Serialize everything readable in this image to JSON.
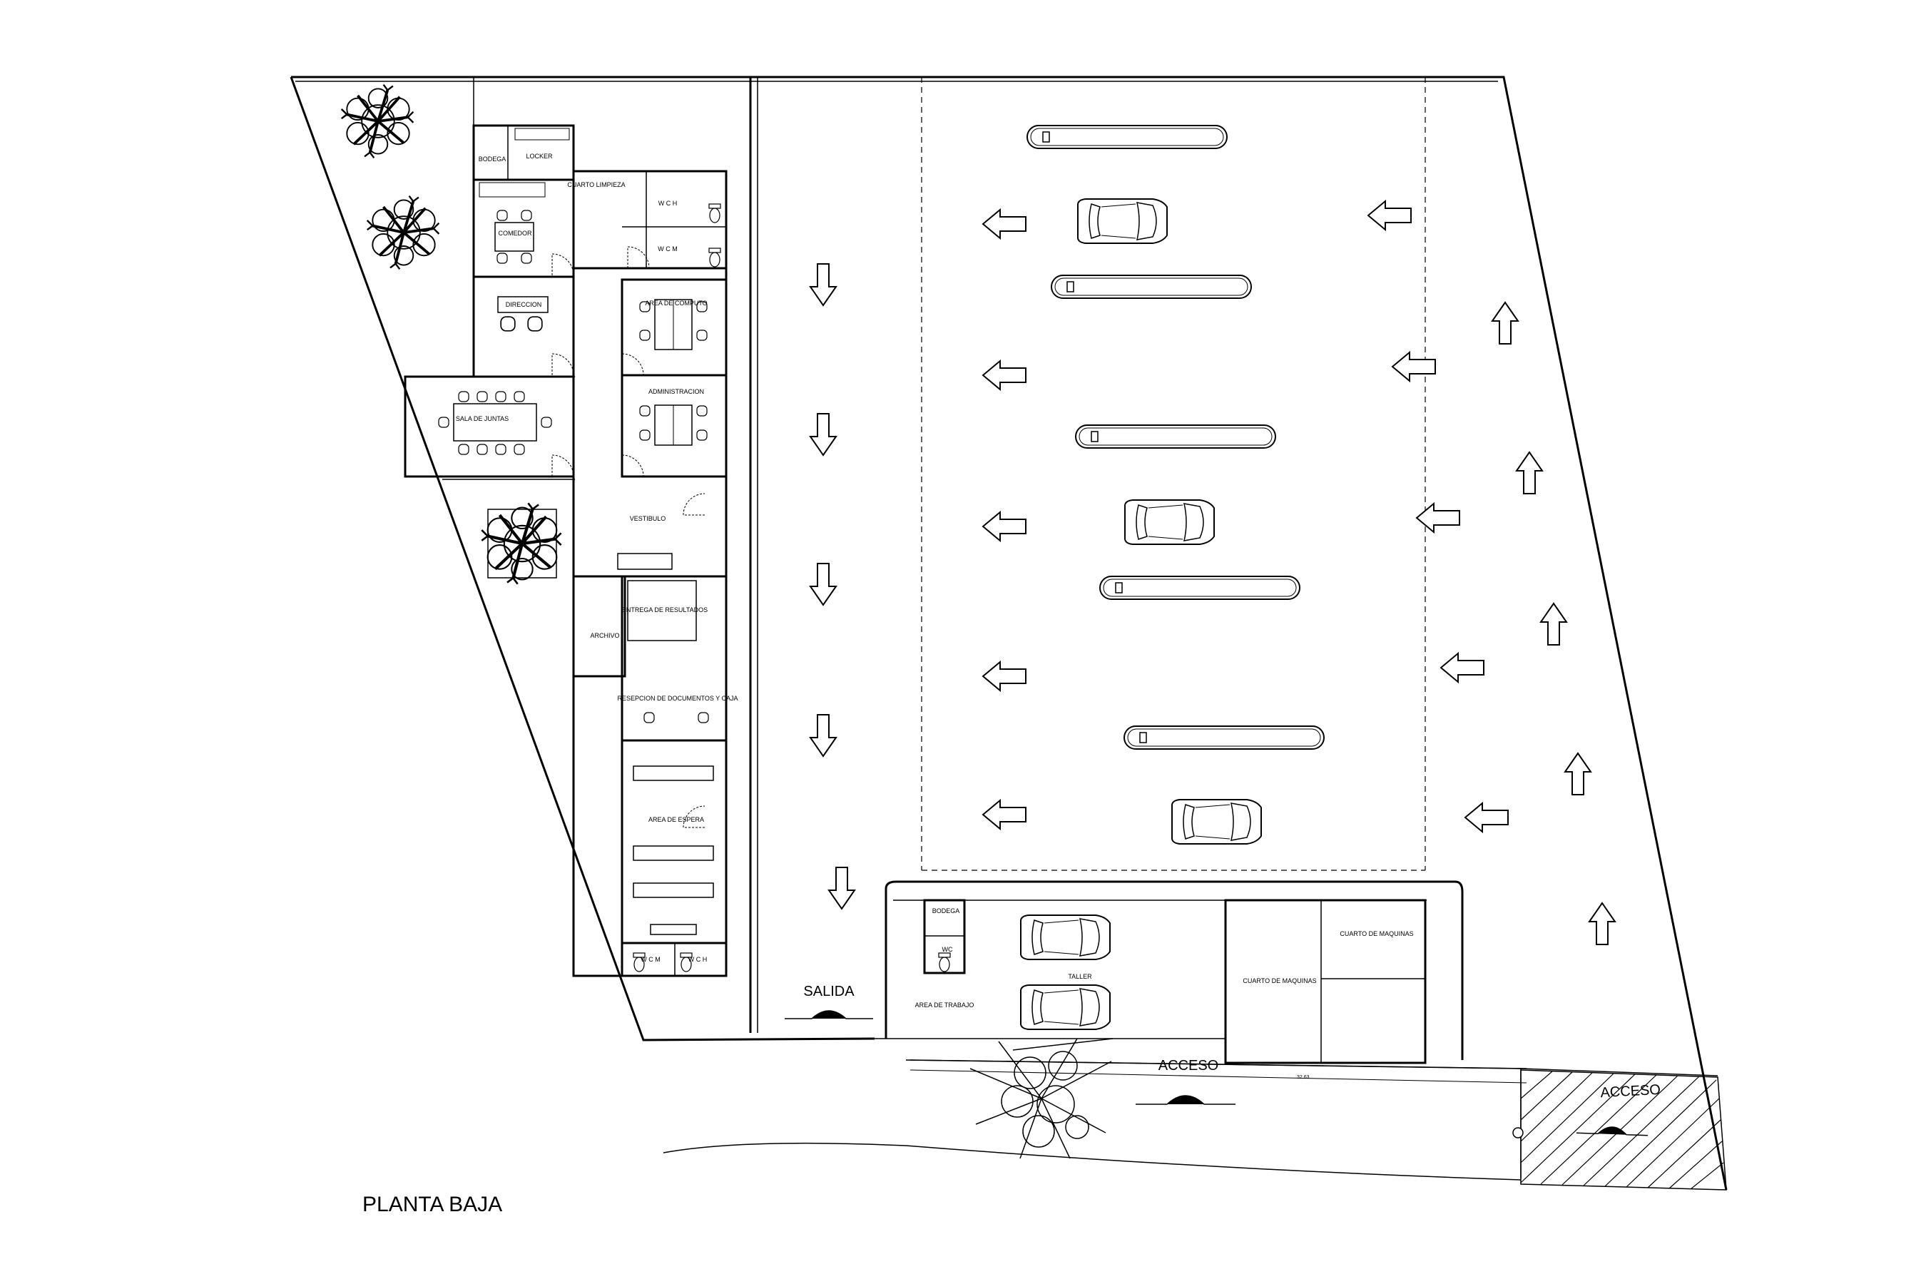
{
  "title": "PLANTA BAJA",
  "rooms": {
    "bodega": "BODEGA",
    "locker": "LOCKER",
    "cuarto_limpieza": "CUARTO LIMPIEZA",
    "wch": "W C H",
    "wcm": "W C M",
    "comedor": "COMEDOR",
    "direccion": "DIRECCION",
    "area_computo": "AREA DE COMPUTO",
    "administracion": "ADMINISTRACION",
    "sala_juntas": "SALA DE JUNTAS",
    "vestibulo": "VESTIBULO",
    "entrega_resultados": "ENTREGA DE RESULTADOS",
    "archivo": "ARCHIVO",
    "recepcion": "RESEPCION DE DOCUMENTOS Y CAJA",
    "area_espera": "AREA DE ESPERA",
    "wcm_low": "W C M",
    "wch_low": "W C H",
    "bodega_taller": "BODEGA",
    "wc_taller": "WC",
    "area_trabajo": "AREA DE TRABAJO",
    "taller": "TALLER",
    "cuarto_maquinas_1": "CUARTO DE MAQUINAS",
    "cuarto_maquinas_2": "CUARTO DE MAQUINAS"
  },
  "labels": {
    "salida": "SALIDA",
    "acceso_1": "ACCESO",
    "acceso_2": "ACCESO",
    "dimension": "32.63"
  }
}
